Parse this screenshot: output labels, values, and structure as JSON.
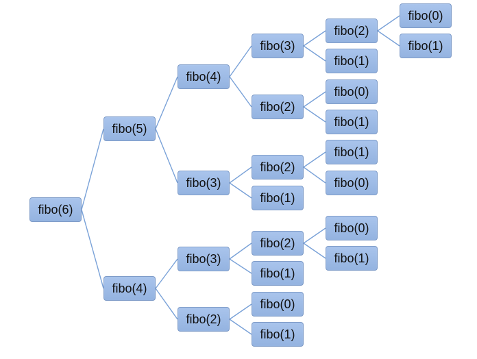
{
  "tree": {
    "label": "fibo(6)",
    "children": [
      {
        "label": "fibo(5)",
        "children": [
          {
            "label": "fibo(4)",
            "children": [
              {
                "label": "fibo(3)",
                "children": [
                  {
                    "label": "fibo(2)",
                    "children": [
                      {
                        "label": "fibo(0)"
                      },
                      {
                        "label": "fibo(1)"
                      }
                    ]
                  },
                  {
                    "label": "fibo(1)"
                  }
                ]
              },
              {
                "label": "fibo(2)",
                "children": [
                  {
                    "label": "fibo(0)"
                  },
                  {
                    "label": "fibo(1)"
                  }
                ]
              }
            ]
          },
          {
            "label": "fibo(3)",
            "children": [
              {
                "label": "fibo(2)",
                "children": [
                  {
                    "label": "fibo(1)"
                  },
                  {
                    "label": "fibo(0)"
                  }
                ]
              },
              {
                "label": "fibo(1)"
              }
            ]
          }
        ]
      },
      {
        "label": "fibo(4)",
        "children": [
          {
            "label": "fibo(3)",
            "children": [
              {
                "label": "fibo(2)",
                "children": [
                  {
                    "label": "fibo(0)"
                  },
                  {
                    "label": "fibo(1)"
                  }
                ]
              },
              {
                "label": "fibo(1)"
              }
            ]
          },
          {
            "label": "fibo(2)",
            "children": [
              {
                "label": "fibo(0)"
              },
              {
                "label": "fibo(1)"
              }
            ]
          }
        ]
      }
    ]
  },
  "colors": {
    "node_fill_top": "#a9c4ec",
    "node_fill_bottom": "#94b3e0",
    "node_border": "#7f9cc8",
    "edge": "#7aa2d8"
  }
}
